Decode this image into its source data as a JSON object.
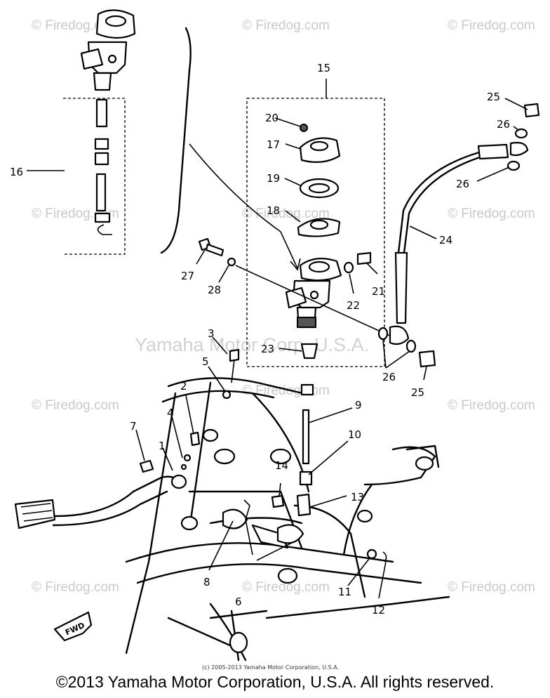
{
  "watermarks": {
    "firedog": "© Firedog.com",
    "center": "Yamaha Motor Corp, U.S.A."
  },
  "callouts": {
    "p1": "1",
    "p2": "2",
    "p3": "3",
    "p4": "4",
    "p5": "5",
    "p6": "6",
    "p7": "7",
    "p8": "8",
    "p9": "9",
    "p10": "10",
    "p11": "11",
    "p12": "12",
    "p13": "13",
    "p14": "14",
    "p15": "15",
    "p16": "16",
    "p17": "17",
    "p18": "18",
    "p19": "19",
    "p20": "20",
    "p21": "21",
    "p22": "22",
    "p23": "23",
    "p24": "24",
    "p25a": "25",
    "p25b": "25",
    "p26a": "26",
    "p26b": "26",
    "p26c": "26",
    "p27": "27",
    "p28": "28"
  },
  "fwd_label": "FWD",
  "fine_print": "(c) 2005-2013 Yamaha Motor Corporation, U.S.A.",
  "footer": "©2013 Yamaha Motor Corporation, U.S.A. All rights reserved."
}
